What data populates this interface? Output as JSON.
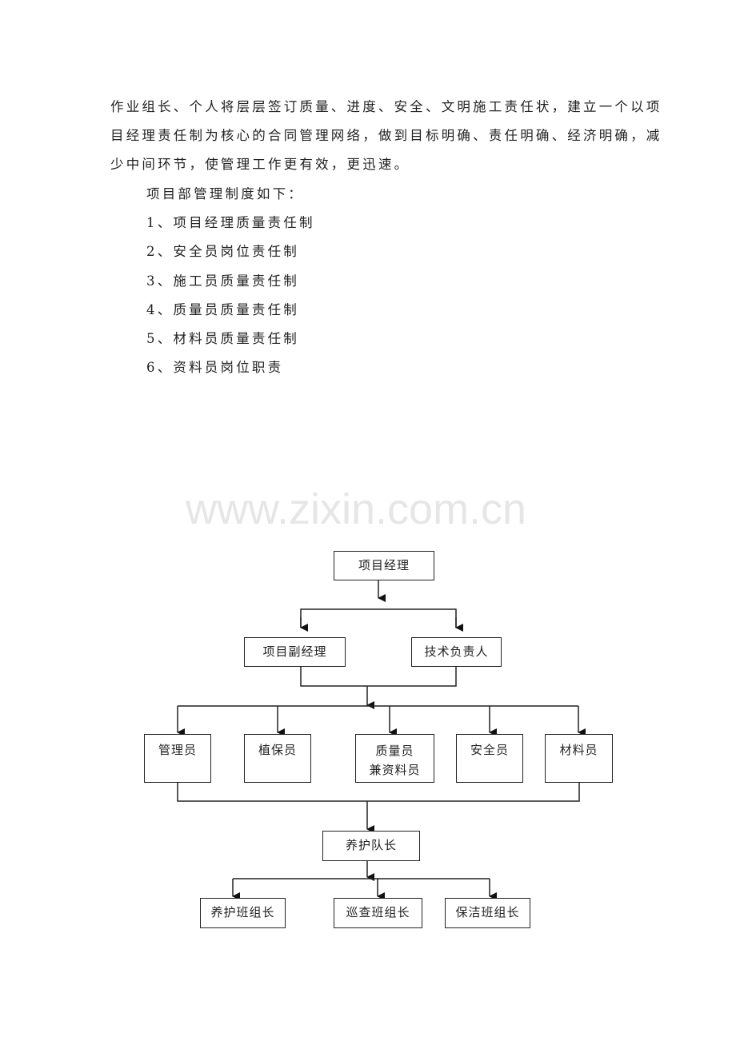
{
  "paragraph_lines": [
    "作业组长、个人将层层签订质量、进度、安全、文明施工责任状，建立一个以项",
    "目经理责任制为核心的合同管理网络，做到目标明确、责任明确、经济明确，减",
    "少中间环节，使管理工作更有效，更迅速。"
  ],
  "intro": "项目部管理制度如下：",
  "rules": [
    "1、项目经理质量责任制",
    "2、安全员岗位责任制",
    "3、施工员质量责任制",
    "4、质量员质量责任制",
    "5、材料员质量责任制",
    "6、资料员岗位职责"
  ],
  "watermark": "www.zixin.com.cn",
  "org_chart": {
    "level1": "项目经理",
    "level2": [
      "项目副经理",
      "技术负责人"
    ],
    "level3": [
      {
        "line1": "管理员",
        "line2": ""
      },
      {
        "line1": "植保员",
        "line2": ""
      },
      {
        "line1": "质量员",
        "line2": "兼资料员"
      },
      {
        "line1": "安全员",
        "line2": ""
      },
      {
        "line1": "材料员",
        "line2": ""
      }
    ],
    "level4": "养护队长",
    "level5": [
      "养护班组长",
      "巡查班组长",
      "保洁班组长"
    ]
  }
}
